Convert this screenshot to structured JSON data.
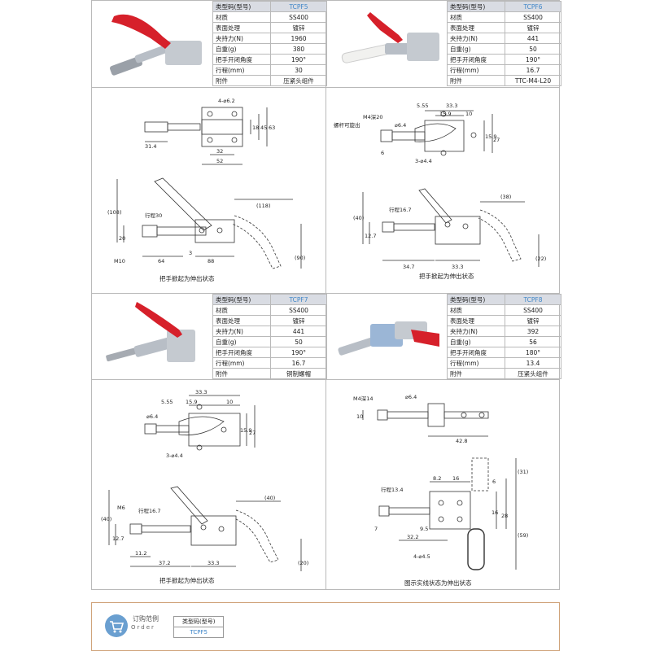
{
  "spec_labels": [
    "类型码(型号)",
    "材质",
    "表面处理",
    "夹持力(N)",
    "自重(g)",
    "把手开闭角度",
    "行程(mm)",
    "附件"
  ],
  "products": [
    {
      "model": "TCPF5",
      "values": [
        "SS400",
        "镀锌",
        "1960",
        "380",
        "190°",
        "30",
        "压紧头组件"
      ]
    },
    {
      "model": "TCPF6",
      "values": [
        "SS400",
        "镀锌",
        "441",
        "50",
        "190°",
        "16.7",
        "TTC-M4-L20"
      ]
    },
    {
      "model": "TCPF7",
      "values": [
        "SS400",
        "镀锌",
        "441",
        "50",
        "190°",
        "16.7",
        "铜制螺帽"
      ]
    },
    {
      "model": "TCPF8",
      "values": [
        "SS400",
        "镀锌",
        "392",
        "56",
        "180°",
        "13.4",
        "压紧头组件"
      ]
    }
  ],
  "drawings": {
    "p5_top": {
      "d_holes": "4-⌀6.2",
      "w1": "31.4",
      "h1": "18",
      "h2": "45",
      "h3": "63",
      "w2": "32",
      "w3": "52"
    },
    "p5_side": {
      "h_total": "(108)",
      "stroke": "行程30",
      "w_open": "(118)",
      "h_low": "20",
      "thread": "M10",
      "w_a": "64",
      "w_b": "3",
      "w_c": "88",
      "h_open": "(90)"
    },
    "p6_top": {
      "thread_depth": "M4深20",
      "note": "螺杆可旋出",
      "d_rod": "⌀6.4",
      "d_h": "5.55",
      "w_a": "33.3",
      "w_b": "15.9",
      "w_c": "10",
      "h_a": "15.9",
      "h_b": "27",
      "h_c": "6",
      "d_holes": "3-⌀4.4"
    },
    "p6_side": {
      "h_total": "(40)",
      "stroke": "行程16.7",
      "w_open": "(38)",
      "h_low": "12.7",
      "w_a": "34.7",
      "w_b": "33.3",
      "h_open": "(22)"
    },
    "p7_top": {
      "d_h": "5.55",
      "d_rod": "⌀6.4",
      "w_a": "33.3",
      "w_b": "15.9",
      "w_c": "10",
      "h_a": "15.9",
      "h_b": "27",
      "d_holes": "3-⌀4.4"
    },
    "p7_side": {
      "h_total": "(40)",
      "thread": "M6",
      "stroke": "行程16.7",
      "w_open": "(40)",
      "h_low": "12.7",
      "w_a": "11.2",
      "w_b": "37.2",
      "w_c": "33.3",
      "h_open": "(20)"
    },
    "p8_top": {
      "thread_depth": "M4深14",
      "d_rod": "⌀6.4",
      "h_a": "10",
      "w_a": "42.8"
    },
    "p8_side": {
      "stroke": "行程13.4",
      "w_a": "8.2",
      "w_b": "16",
      "h_a": "6",
      "h_b": "(31)",
      "h_c": "16",
      "h_d": "28",
      "h_e": "(59)",
      "h_f": "7",
      "w_c": "9.5",
      "w_d": "32.2",
      "d_holes": "4-⌀4.5"
    }
  },
  "captions": {
    "p5": "把手掀起为伸出状态",
    "p6": "把手掀起为伸出状态",
    "p7": "把手掀起为伸出状态",
    "p8": "图示实线状态为伸出状态"
  },
  "order": {
    "title": "订购范例",
    "subtitle": "Order",
    "header": "类型码(型号)",
    "value": "TCPF5"
  }
}
